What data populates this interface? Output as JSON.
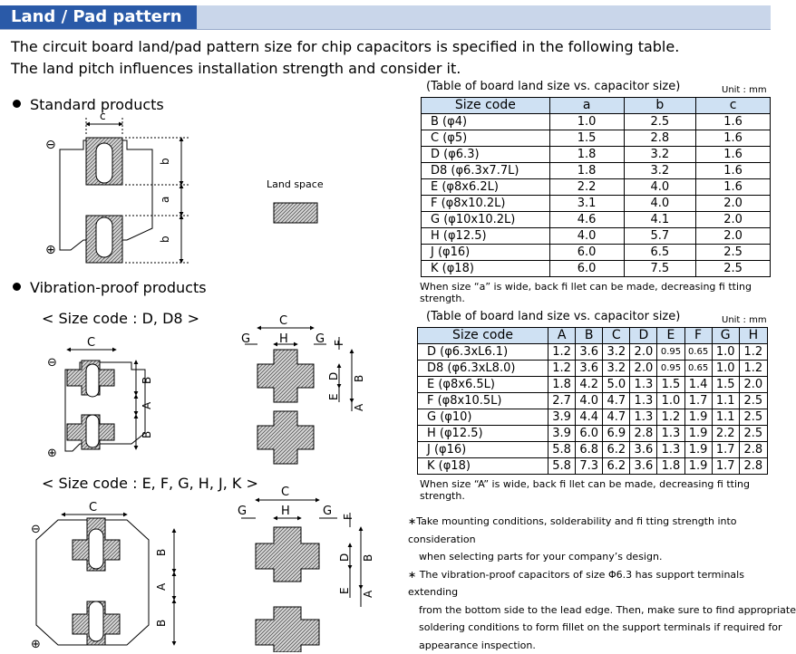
{
  "header": {
    "title": "Land / Pad pattern"
  },
  "intro": [
    "The circuit board land/pad pattern size for chip capacitors is specified in the following table.",
    "The land pitch influences installation strength and consider it."
  ],
  "sections": {
    "standard": "Standard products",
    "vibration": "Vibration-proof products",
    "size_dd8": "< Size code : D, D8 >",
    "size_efghjk": "< Size code : E, F, G, H, J, K >"
  },
  "land_space_label": "Land space",
  "diagram_labels": {
    "a": "a",
    "b": "b",
    "c": "c",
    "A": "A",
    "B": "B",
    "C": "C",
    "D": "D",
    "E": "E",
    "F": "F",
    "G": "G",
    "H": "H",
    "minus": "⊖",
    "plus": "⊕"
  },
  "table1": {
    "caption": "(Table of board land size vs. capacitor size)",
    "unit": "Unit : mm",
    "headers": [
      "Size code",
      "a",
      "b",
      "c"
    ],
    "rows": [
      [
        "B (φ4)",
        "1.0",
        "2.5",
        "1.6"
      ],
      [
        "C (φ5)",
        "1.5",
        "2.8",
        "1.6"
      ],
      [
        "D (φ6.3)",
        "1.8",
        "3.2",
        "1.6"
      ],
      [
        "D8 (φ6.3x7.7L)",
        "1.8",
        "3.2",
        "1.6"
      ],
      [
        "E (φ8x6.2L)",
        "2.2",
        "4.0",
        "1.6"
      ],
      [
        "F (φ8x10.2L)",
        "3.1",
        "4.0",
        "2.0"
      ],
      [
        "G (φ10x10.2L)",
        "4.6",
        "4.1",
        "2.0"
      ],
      [
        "H (φ12.5)",
        "4.0",
        "5.7",
        "2.0"
      ],
      [
        "J (φ16)",
        "6.0",
        "6.5",
        "2.5"
      ],
      [
        "K (φ18)",
        "6.0",
        "7.5",
        "2.5"
      ]
    ],
    "note": "When size “a” is wide, back fi llet can be made, decreasing fi tting strength."
  },
  "table2": {
    "caption": "(Table of board land size vs. capacitor size)",
    "unit": "Unit : mm",
    "headers": [
      "Size code",
      "A",
      "B",
      "C",
      "D",
      "E",
      "F",
      "G",
      "H"
    ],
    "rows": [
      [
        "D (φ6.3xL6.1)",
        "1.2",
        "3.6",
        "3.2",
        "2.0",
        "0.95",
        "0.65",
        "1.0",
        "1.2"
      ],
      [
        "D8 (φ6.3xL8.0)",
        "1.2",
        "3.6",
        "3.2",
        "2.0",
        "0.95",
        "0.65",
        "1.0",
        "1.2"
      ],
      [
        "E (φ8x6.5L)",
        "1.8",
        "4.2",
        "5.0",
        "1.3",
        "1.5",
        "1.4",
        "1.5",
        "2.0"
      ],
      [
        "F (φ8x10.5L)",
        "2.7",
        "4.0",
        "4.7",
        "1.3",
        "1.0",
        "1.7",
        "1.1",
        "2.5"
      ],
      [
        "G (φ10)",
        "3.9",
        "4.4",
        "4.7",
        "1.3",
        "1.2",
        "1.9",
        "1.1",
        "2.5"
      ],
      [
        "H (φ12.5)",
        "3.9",
        "6.0",
        "6.9",
        "2.8",
        "1.3",
        "1.9",
        "2.2",
        "2.5"
      ],
      [
        "J (φ16)",
        "5.8",
        "6.8",
        "6.2",
        "3.6",
        "1.3",
        "1.9",
        "1.7",
        "2.8"
      ],
      [
        "K (φ18)",
        "5.8",
        "7.3",
        "6.2",
        "3.6",
        "1.8",
        "1.9",
        "1.7",
        "2.8"
      ]
    ],
    "note": "When size “A” is wide, back fi llet can be made, decreasing fi tting strength."
  },
  "footnotes": [
    "∗Take mounting conditions, solderability and fi tting strength into consideration",
    "when selecting parts for your company’s design.",
    "∗ The vibration-proof capacitors of size Φ6.3 has support terminals extending",
    "from the bottom side to the lead edge. Then, make sure to find appropriate",
    "soldering conditions to form fillet on the support terminals if required for",
    "appearance inspection."
  ]
}
